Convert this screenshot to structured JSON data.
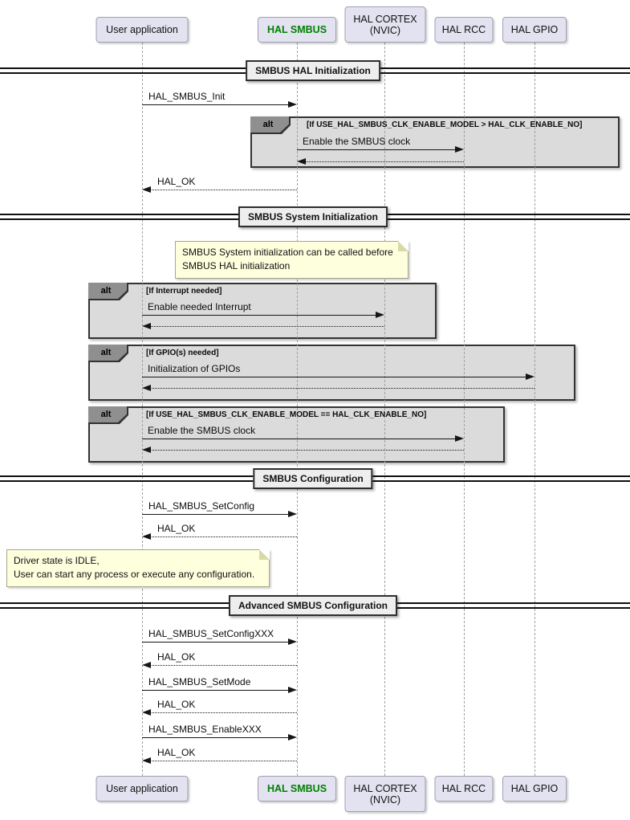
{
  "participants": {
    "user": {
      "label": "User application"
    },
    "smbus": {
      "label": "HAL SMBUS"
    },
    "cortex": {
      "line1": "HAL CORTEX",
      "line2": "(NVIC)"
    },
    "rcc": {
      "label": "HAL RCC"
    },
    "gpio": {
      "label": "HAL GPIO"
    }
  },
  "dividers": {
    "d1": {
      "label": "SMBUS HAL Initialization"
    },
    "d2": {
      "label": "SMBUS System Initialization"
    },
    "d3": {
      "label": "SMBUS Configuration"
    },
    "d4": {
      "label": "Advanced SMBUS Configuration"
    }
  },
  "alt_keyword": "alt",
  "alts": {
    "a1": {
      "condition": "[If USE_HAL_SMBUS_CLK_ENABLE_MODEL > HAL_CLK_ENABLE_NO]"
    },
    "a2": {
      "condition": "[If Interrupt needed]"
    },
    "a3": {
      "condition": "[If GPIO(s) needed]"
    },
    "a4": {
      "condition": "[If USE_HAL_SMBUS_CLK_ENABLE_MODEL == HAL_CLK_ENABLE_NO]"
    }
  },
  "labels": {
    "hal_smbus_init": "HAL_SMBUS_Init",
    "enable_smbus_clock": "Enable the SMBUS clock",
    "hal_ok": "HAL_OK",
    "enable_needed_interrupt": "Enable needed Interrupt",
    "init_of_gpios": "Initialization of GPIOs",
    "hal_smbus_setconfig": "HAL_SMBUS_SetConfig",
    "hal_smbus_setconfigxxx": "HAL_SMBUS_SetConfigXXX",
    "hal_smbus_setmode": "HAL_SMBUS_SetMode",
    "hal_smbus_enablexxx": "HAL_SMBUS_EnableXXX"
  },
  "notes": {
    "n1": {
      "line1": "SMBUS System initialization can be called before",
      "line2": "SMBUS HAL initialization"
    },
    "n2": {
      "line1": "Driver state is IDLE,",
      "line2": "User can start any process or execute any configuration."
    }
  },
  "colors": {
    "hal_smbus_green": "#008000",
    "participant_fill": "#E2E2F0",
    "participant_border": "#9F9FB0",
    "note_fill": "#FEFFDD",
    "note_border": "#A6A68A",
    "alt_body_fill": "#DBDBDB",
    "alt_tab_fill": "#8F8F8F",
    "alt_border": "#333333",
    "divider_fill": "#EEEEEE",
    "line_color": "#161616",
    "lifeline_color": "#A0A0A0"
  }
}
